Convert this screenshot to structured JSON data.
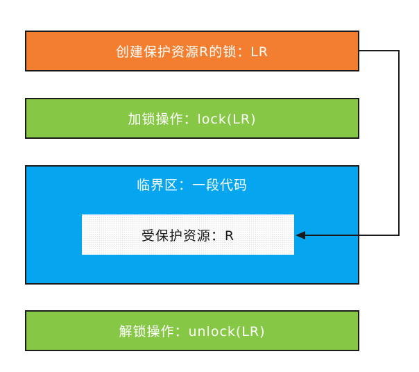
{
  "colors": {
    "create_lock_fill": "#f47e30",
    "operation_fill": "#86c846",
    "critical_section_fill": "#05a5ef",
    "resource_fill": "#fbfbfb",
    "border": "#1a1a1a",
    "connector": "#1a1a1a"
  },
  "boxes": {
    "create_lock": "创建保护资源R的锁：LR",
    "lock_operation": "加锁操作：lock(LR)",
    "critical_section": "临界区：一段代码",
    "protected_resource": "受保护资源：R",
    "unlock_operation": "解锁操作：unlock(LR)"
  },
  "connector": {
    "from": "create_lock",
    "to": "protected_resource",
    "icon": "arrow-left"
  }
}
